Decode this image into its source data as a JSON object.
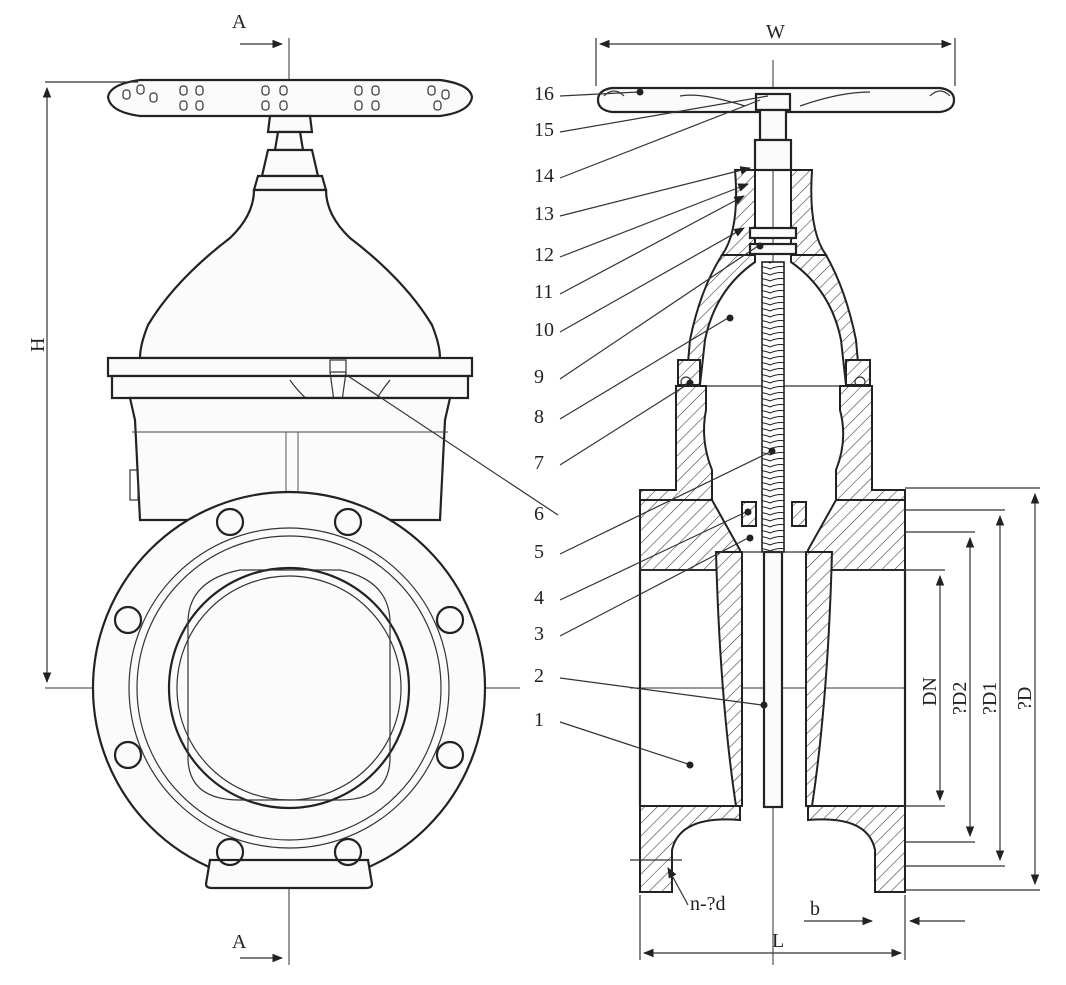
{
  "section_marks": {
    "top": "A",
    "bottom": "A"
  },
  "dimensions": {
    "height": "H",
    "width": "W",
    "length": "L",
    "nominal_diameter": "DN",
    "d2": "?D2",
    "d1": "?D1",
    "d": "?D",
    "flange_thickness": "b",
    "bolt_holes": "n-?d"
  },
  "part_numbers": [
    "16",
    "15",
    "14",
    "13",
    "12",
    "11",
    "10",
    "9",
    "8",
    "7",
    "6",
    "5",
    "4",
    "3",
    "2",
    "1"
  ]
}
